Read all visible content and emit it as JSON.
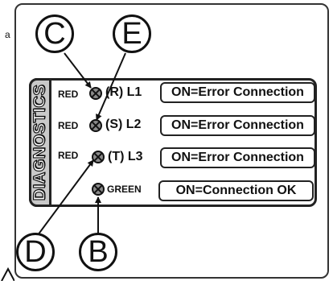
{
  "edge_fragment": "a",
  "panel": {
    "title": "DIAGNOSTICS"
  },
  "rows": [
    {
      "led_color": "RED",
      "phase": "(R) L1",
      "state": "ON=Error Connection"
    },
    {
      "led_color": "RED",
      "phase": "(S) L2",
      "state": "ON=Error Connection"
    },
    {
      "led_color": "RED",
      "phase": "(T) L3",
      "state": "ON=Error Connection"
    },
    {
      "led_color": "GREEN",
      "phase": "",
      "state": "ON=Connection OK"
    }
  ],
  "callouts": {
    "c": "C",
    "e": "E",
    "d": "D",
    "b": "B"
  },
  "colors": {
    "led_fill": "#8a8a8a",
    "strip_fill": "#c9c9c9",
    "line": "#111111"
  }
}
